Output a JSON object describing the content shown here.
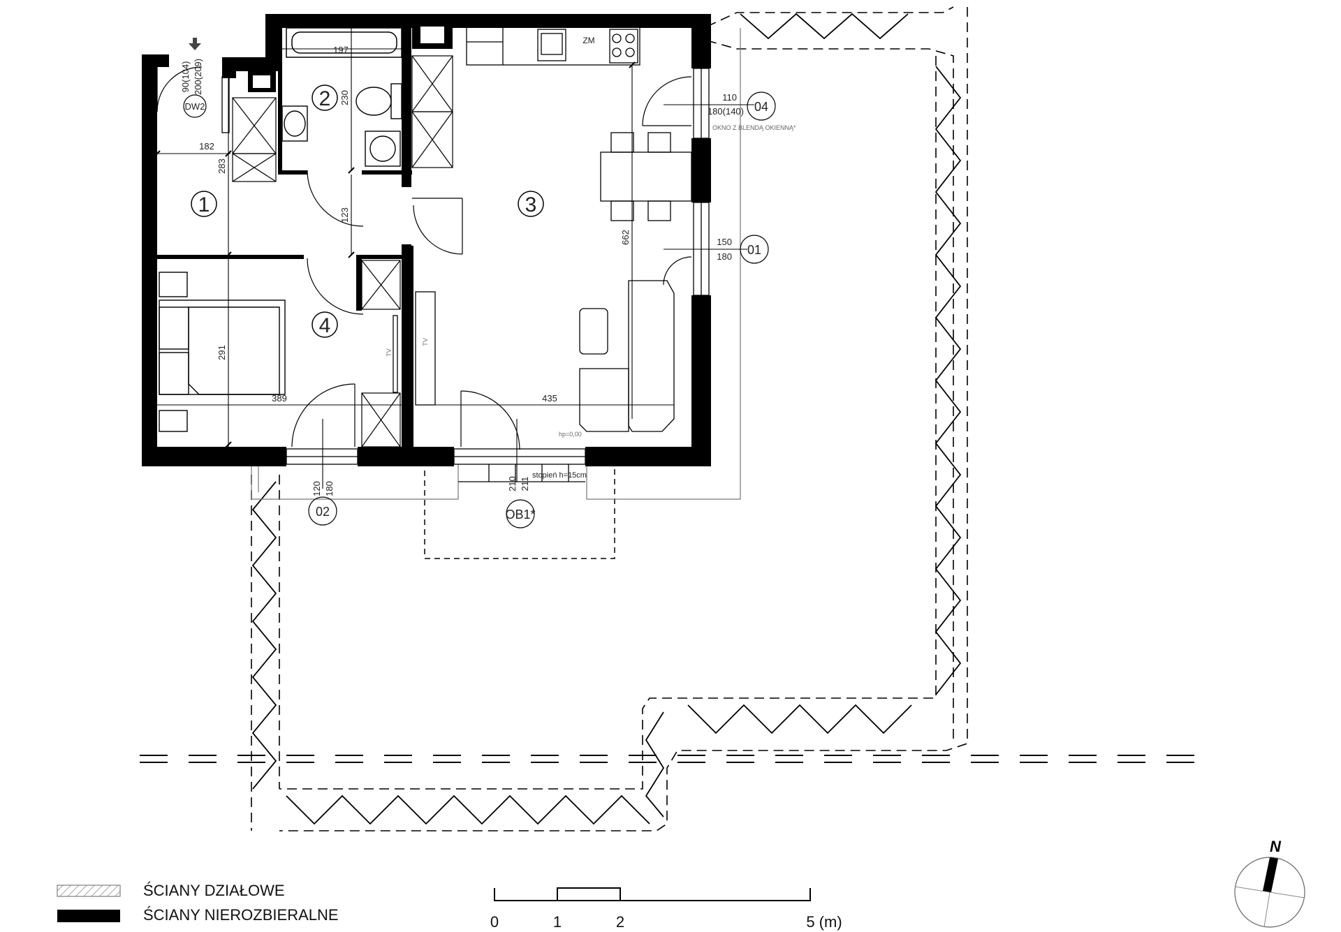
{
  "rooms": [
    "1",
    "2",
    "3",
    "4"
  ],
  "dimensions": {
    "hall_width": "182",
    "hall_length": "283",
    "bath_width": "197",
    "bath_length": "230",
    "corridor": "123",
    "living_length": "662",
    "living_width": "435",
    "bedroom_width": "389",
    "bedroom_length": "291"
  },
  "doors": {
    "dw2_code": "DW2",
    "dw2_width": "90(104)",
    "dw2_height": "200(209)"
  },
  "windows": {
    "w04_code": "04",
    "w04_width": "110",
    "w04_height": "180(140)",
    "w04_note": "OKNO Z BLENDĄ OKIENNĄ*",
    "w01_code": "01",
    "w01_width": "150",
    "w01_height": "180",
    "w02_code": "02",
    "w02_width": "120",
    "w02_height": "180",
    "ob1_code": "OB1*",
    "ob1_width": "210",
    "ob1_height": "211"
  },
  "annotations": {
    "step": "stopień h=15cm",
    "zm": "ZM",
    "tv": "TV",
    "level": "hp=0,00"
  },
  "legend": {
    "partition_walls": "ŚCIANY DZIAŁOWE",
    "structural_walls": "ŚCIANY NIEROZBIERALNE"
  },
  "scale": {
    "labels": [
      "0",
      "1",
      "2",
      "5 (m)"
    ]
  },
  "compass": {
    "north": "N"
  }
}
